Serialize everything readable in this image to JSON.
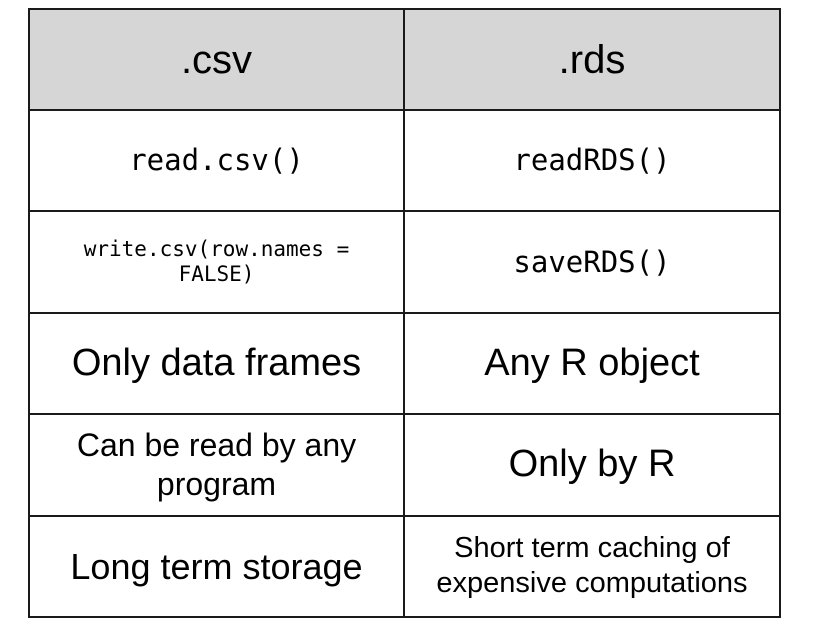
{
  "table": {
    "headers": [
      ".csv",
      ".rds"
    ],
    "rows": [
      [
        "read.csv()",
        "readRDS()"
      ],
      [
        "write.csv(row.names =\nFALSE)",
        "saveRDS()"
      ],
      [
        "Only data frames",
        "Any R object"
      ],
      [
        "Can be read by any\nprogram",
        "Only by R"
      ],
      [
        "Long term storage",
        "Short term caching of\nexpensive computations"
      ]
    ]
  },
  "colors": {
    "header_background": "#d6d6d6",
    "border": "#1a1a1a",
    "text": "#000000"
  }
}
